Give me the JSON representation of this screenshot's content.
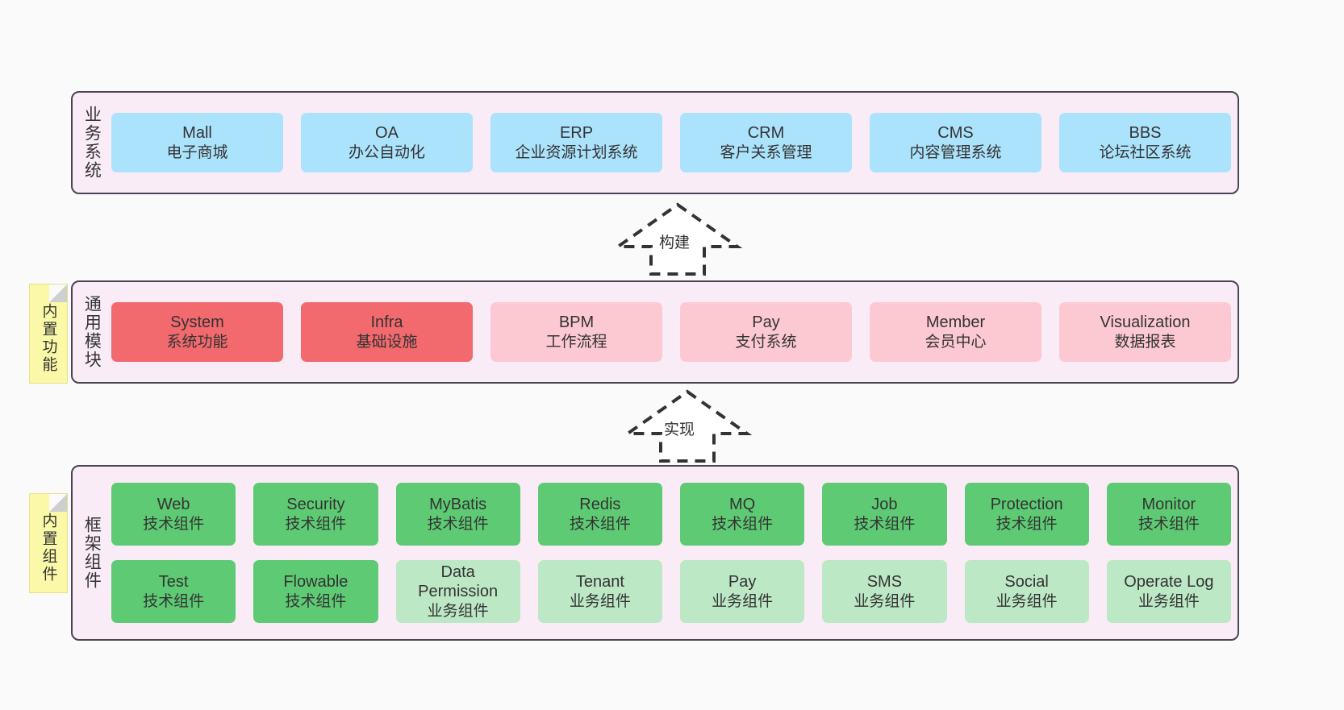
{
  "diagram": {
    "background_color": "#fafafa",
    "layer_fill": "#f9ecf6",
    "layer_border": "#4a4453",
    "note_color": "#fbf8a8",
    "colors": {
      "blue": "#ace3fc",
      "red": "#f2696e",
      "pink": "#fcc9d3",
      "green": "#5ecb74",
      "light_green": "#bde8c5"
    }
  },
  "layers": {
    "business": {
      "title": "业务系统",
      "rows": [
        [
          {
            "title": "Mall",
            "sub": "电子商城",
            "color": "blue"
          },
          {
            "title": "OA",
            "sub": "办公自动化",
            "color": "blue"
          },
          {
            "title": "ERP",
            "sub": "企业资源计划系统",
            "color": "blue"
          },
          {
            "title": "CRM",
            "sub": "客户关系管理",
            "color": "blue"
          },
          {
            "title": "CMS",
            "sub": "内容管理系统",
            "color": "blue"
          },
          {
            "title": "BBS",
            "sub": "论坛社区系统",
            "color": "blue"
          }
        ]
      ]
    },
    "common": {
      "title": "通用模块",
      "note": "内置功能",
      "rows": [
        [
          {
            "title": "System",
            "sub": "系统功能",
            "color": "red"
          },
          {
            "title": "Infra",
            "sub": "基础设施",
            "color": "red"
          },
          {
            "title": "BPM",
            "sub": "工作流程",
            "color": "pink"
          },
          {
            "title": "Pay",
            "sub": "支付系统",
            "color": "pink"
          },
          {
            "title": "Member",
            "sub": "会员中心",
            "color": "pink"
          },
          {
            "title": "Visualization",
            "sub": "数据报表",
            "color": "pink"
          }
        ]
      ]
    },
    "framework": {
      "title": "框架组件",
      "note": "内置组件",
      "rows": [
        [
          {
            "title": "Web",
            "sub": "技术组件",
            "color": "green"
          },
          {
            "title": "Security",
            "sub": "技术组件",
            "color": "green"
          },
          {
            "title": "MyBatis",
            "sub": "技术组件",
            "color": "green"
          },
          {
            "title": "Redis",
            "sub": "技术组件",
            "color": "green"
          },
          {
            "title": "MQ",
            "sub": "技术组件",
            "color": "green"
          },
          {
            "title": "Job",
            "sub": "技术组件",
            "color": "green"
          },
          {
            "title": "Protection",
            "sub": "技术组件",
            "color": "green"
          },
          {
            "title": "Monitor",
            "sub": "技术组件",
            "color": "green"
          }
        ],
        [
          {
            "title": "Test",
            "sub": "技术组件",
            "color": "green"
          },
          {
            "title": "Flowable",
            "sub": "技术组件",
            "color": "green"
          },
          {
            "title": "Data Permission",
            "sub": "业务组件",
            "color": "light_green",
            "wrap": true
          },
          {
            "title": "Tenant",
            "sub": "业务组件",
            "color": "light_green"
          },
          {
            "title": "Pay",
            "sub": "业务组件",
            "color": "light_green"
          },
          {
            "title": "SMS",
            "sub": "业务组件",
            "color": "light_green"
          },
          {
            "title": "Social",
            "sub": "业务组件",
            "color": "light_green"
          },
          {
            "title": "Operate Log",
            "sub": "业务组件",
            "color": "light_green"
          }
        ]
      ]
    }
  },
  "connectors": [
    {
      "name": "build",
      "label": "构建",
      "style": "dashed-hollow-arrow-up"
    },
    {
      "name": "realize",
      "label": "实现",
      "style": "dashed-hollow-arrow-up"
    }
  ]
}
